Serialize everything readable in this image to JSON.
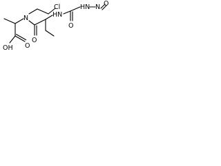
{
  "diagram": {
    "type": "chemical-structure",
    "atoms": {
      "nitrogen_amide": "N",
      "chlorine": "Cl",
      "nh_urea_left": "HN",
      "nh_urea_right": "HN",
      "nitroso_n": "N",
      "nitroso_o": "O",
      "carbonyl_o_urea": "O",
      "carbonyl_o_amide": "O",
      "hydroxyl": "OH",
      "carbonyl_o_acid": "O"
    },
    "colors": {
      "bond": "#000000",
      "label": "#000000",
      "background": "#ffffff"
    }
  }
}
